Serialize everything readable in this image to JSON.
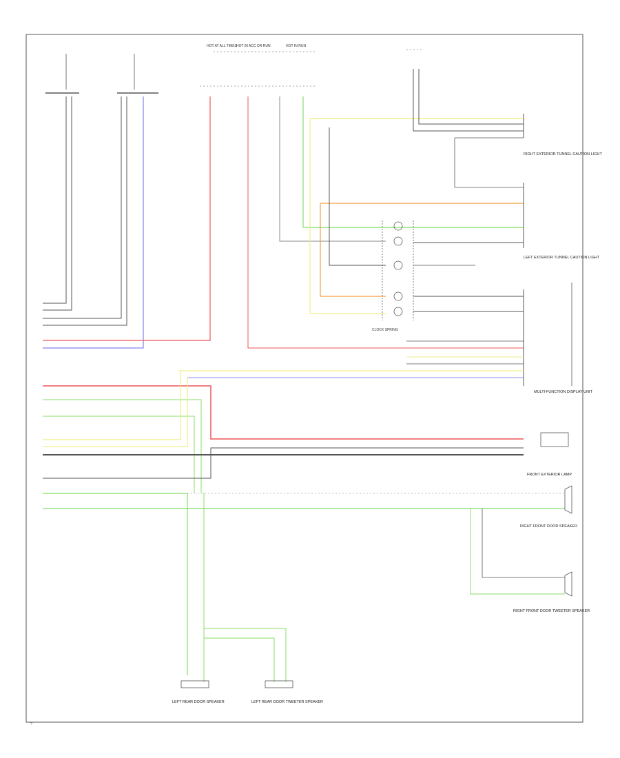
{
  "diagram": {
    "wire_colors": {
      "black": "#555555",
      "red": "#ee5555",
      "blue": "#6666ee",
      "yellow": "#f0ee88",
      "orange": "#f0a040",
      "green": "#88dd66",
      "gray": "#888888"
    },
    "components": {
      "power_feeds": [
        "HOT AT ALL TIMES",
        "HOT IN ACC OR RUN",
        "HOT IN RUN"
      ],
      "right_door": "RIGHT EXTERIOR TUNNEL CAUTION LIGHT",
      "left_door": "LEFT EXTERIOR TUNNEL CAUTION LIGHT",
      "clock_spring": "CLOCK SPRING",
      "multi_function_display": "MULTI-FUNCTION DISPLAY UNIT",
      "front_speaker": "FRONT EXTERIOR LAMP",
      "right_front_door_speaker": "RIGHT FRONT DOOR SPEAKER",
      "right_front_tweeter": "RIGHT FRONT DOOR TWEETER SPEAKER",
      "left_rear_door_speaker": "LEFT REAR DOOR SPEAKER",
      "left_rear_tweeter": "LEFT REAR DOOR TWEETER SPEAKER"
    },
    "page_code": "?"
  }
}
